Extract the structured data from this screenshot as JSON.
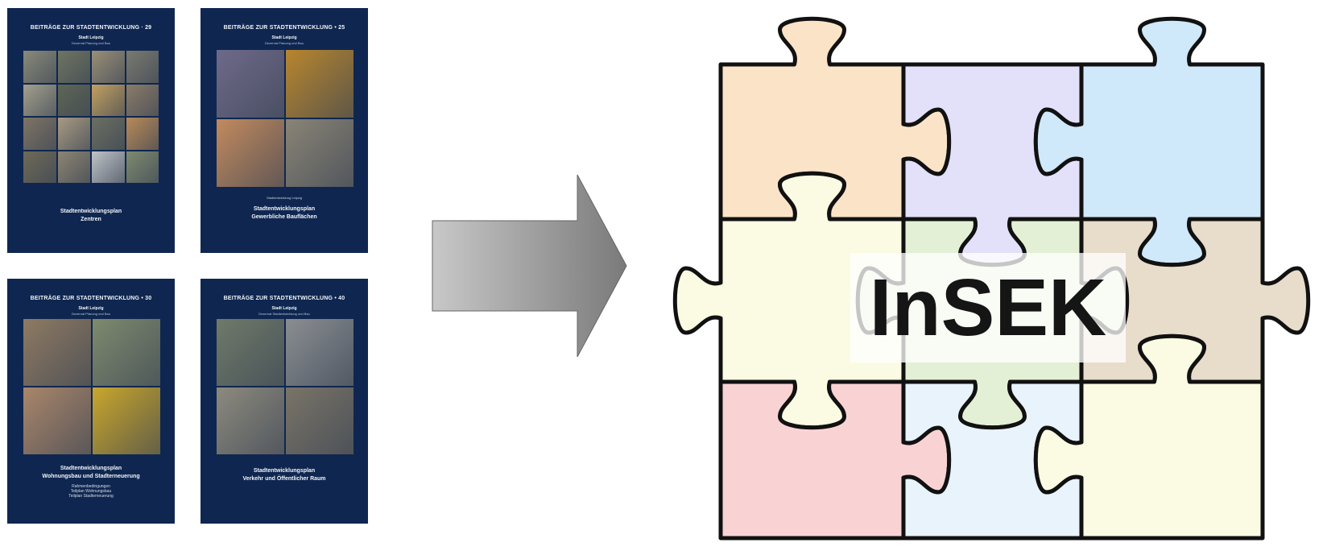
{
  "covers": [
    {
      "series": "BEITRÄGE ZUR STADTENTWICKLUNG · 29",
      "city": "Stadt Leipzig",
      "dept": "Dezernat Planung und Bau",
      "small": "",
      "title_lines": [
        "Stadtentwicklungsplan",
        "Zentren"
      ],
      "sub_lines": [],
      "photos": [
        "#8a8a7a",
        "#6f7562",
        "#9a8f78",
        "#7a7a70",
        "#a3a08c",
        "#5f6656",
        "#c2a060",
        "#8b7c6a",
        "#7e7466",
        "#a89a82",
        "#6b6f62",
        "#b88a58",
        "#6e6a58",
        "#8c8572",
        "#bfc3c8",
        "#7f8a70"
      ]
    },
    {
      "series": "BEITRÄGE ZUR STADTENTWICKLUNG • 25",
      "city": "Stadt Leipzig",
      "dept": "Dezernat Planung und Bau",
      "small": "Stadtentwicklung Leipzig",
      "title_lines": [
        "Stadtentwicklungsplan",
        "Gewerbliche Bauflächen"
      ],
      "sub_lines": [],
      "photos": [
        "#6e6a8a",
        "#b8862e",
        "#c28a5e",
        "#8a8476"
      ]
    },
    {
      "series": "BEITRÄGE ZUR STADTENTWICKLUNG • 30",
      "city": "Stadt Leipzig",
      "dept": "Dezernat Planung und Bau",
      "small": "",
      "title_lines": [
        "Stadtentwicklungsplan",
        "Wohnungsbau und Stadterneuerung"
      ],
      "sub_lines": [
        "Rahmenbedingungen",
        "Teilplan Wohnungsbau",
        "Teilplan Stadterneuerung"
      ],
      "photos": [
        "#8e7a62",
        "#7f8a6e",
        "#a9866a",
        "#c9a62c"
      ]
    },
    {
      "series": "BEITRÄGE ZUR STADTENTWICKLUNG • 40",
      "city": "Stadt Leipzig",
      "dept": "Dezernat Stadtentwicklung und Bau",
      "small": "",
      "title_lines": [
        "Stadtentwicklungsplan",
        "Verkehr und Öffentlicher Raum"
      ],
      "sub_lines": [],
      "photos": [
        "#6f7a6a",
        "#8a8e92",
        "#8d8a7e",
        "#7a7468"
      ]
    }
  ],
  "puzzle": {
    "label": "InSEK",
    "colors": {
      "tl": "#fbe3c8",
      "tm": "#e3e0fa",
      "tr": "#cfe8fa",
      "ml": "#fbfbe3",
      "mm": "#e3f0d6",
      "mr": "#e8dccb",
      "bl": "#f9d3d4",
      "bm": "#e8f3fb",
      "br": "#fbfbe3"
    },
    "outline": "#111111"
  },
  "arrow": {
    "gradient_start": "#c8c8c8",
    "gradient_end": "#7a7a7a"
  }
}
